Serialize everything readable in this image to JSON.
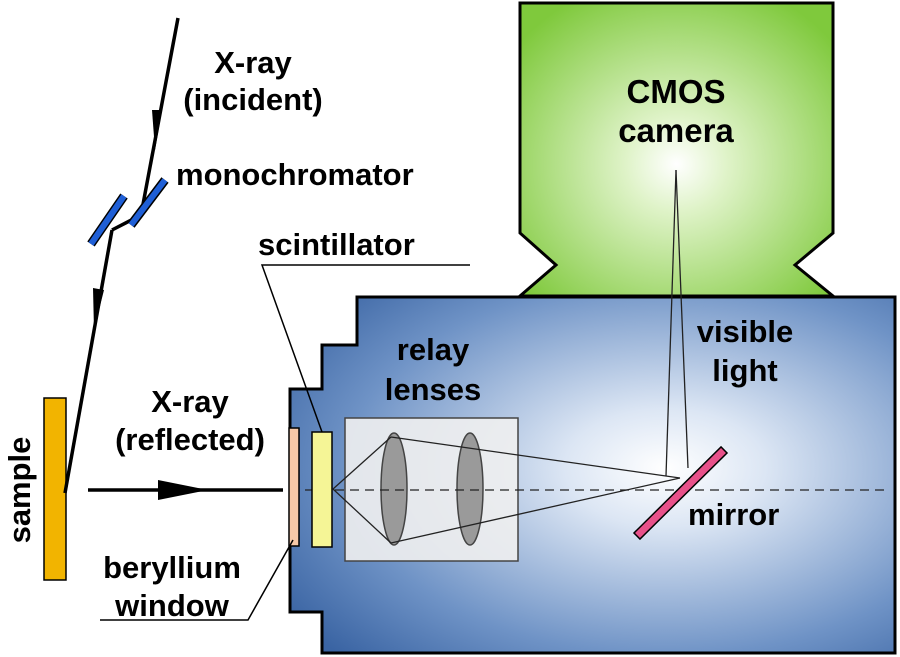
{
  "labels": {
    "xray_incident_line1": "X-ray",
    "xray_incident_line2": "(incident)",
    "monochromator": "monochromator",
    "scintillator": "scintillator",
    "cmos_line1": "CMOS",
    "cmos_line2": "camera",
    "visible_line1": "visible",
    "visible_line2": "light",
    "relay_line1": "relay",
    "relay_line2": "lenses",
    "xray_reflected_line1": "X-ray",
    "xray_reflected_line2": "(reflected)",
    "sample": "sample",
    "beryllium_line1": "beryllium",
    "beryllium_line2": "window",
    "mirror": "mirror"
  },
  "colors": {
    "camera_green": "#8fd14f",
    "box_blue": "#3f6aa8",
    "sample": "#f2b400",
    "monochromator": "#1f5fd6",
    "scintillator": "#f5f596",
    "beryllium": "#f7c9a8",
    "mirror": "#e8518a",
    "lens": "#9a9a9a"
  }
}
